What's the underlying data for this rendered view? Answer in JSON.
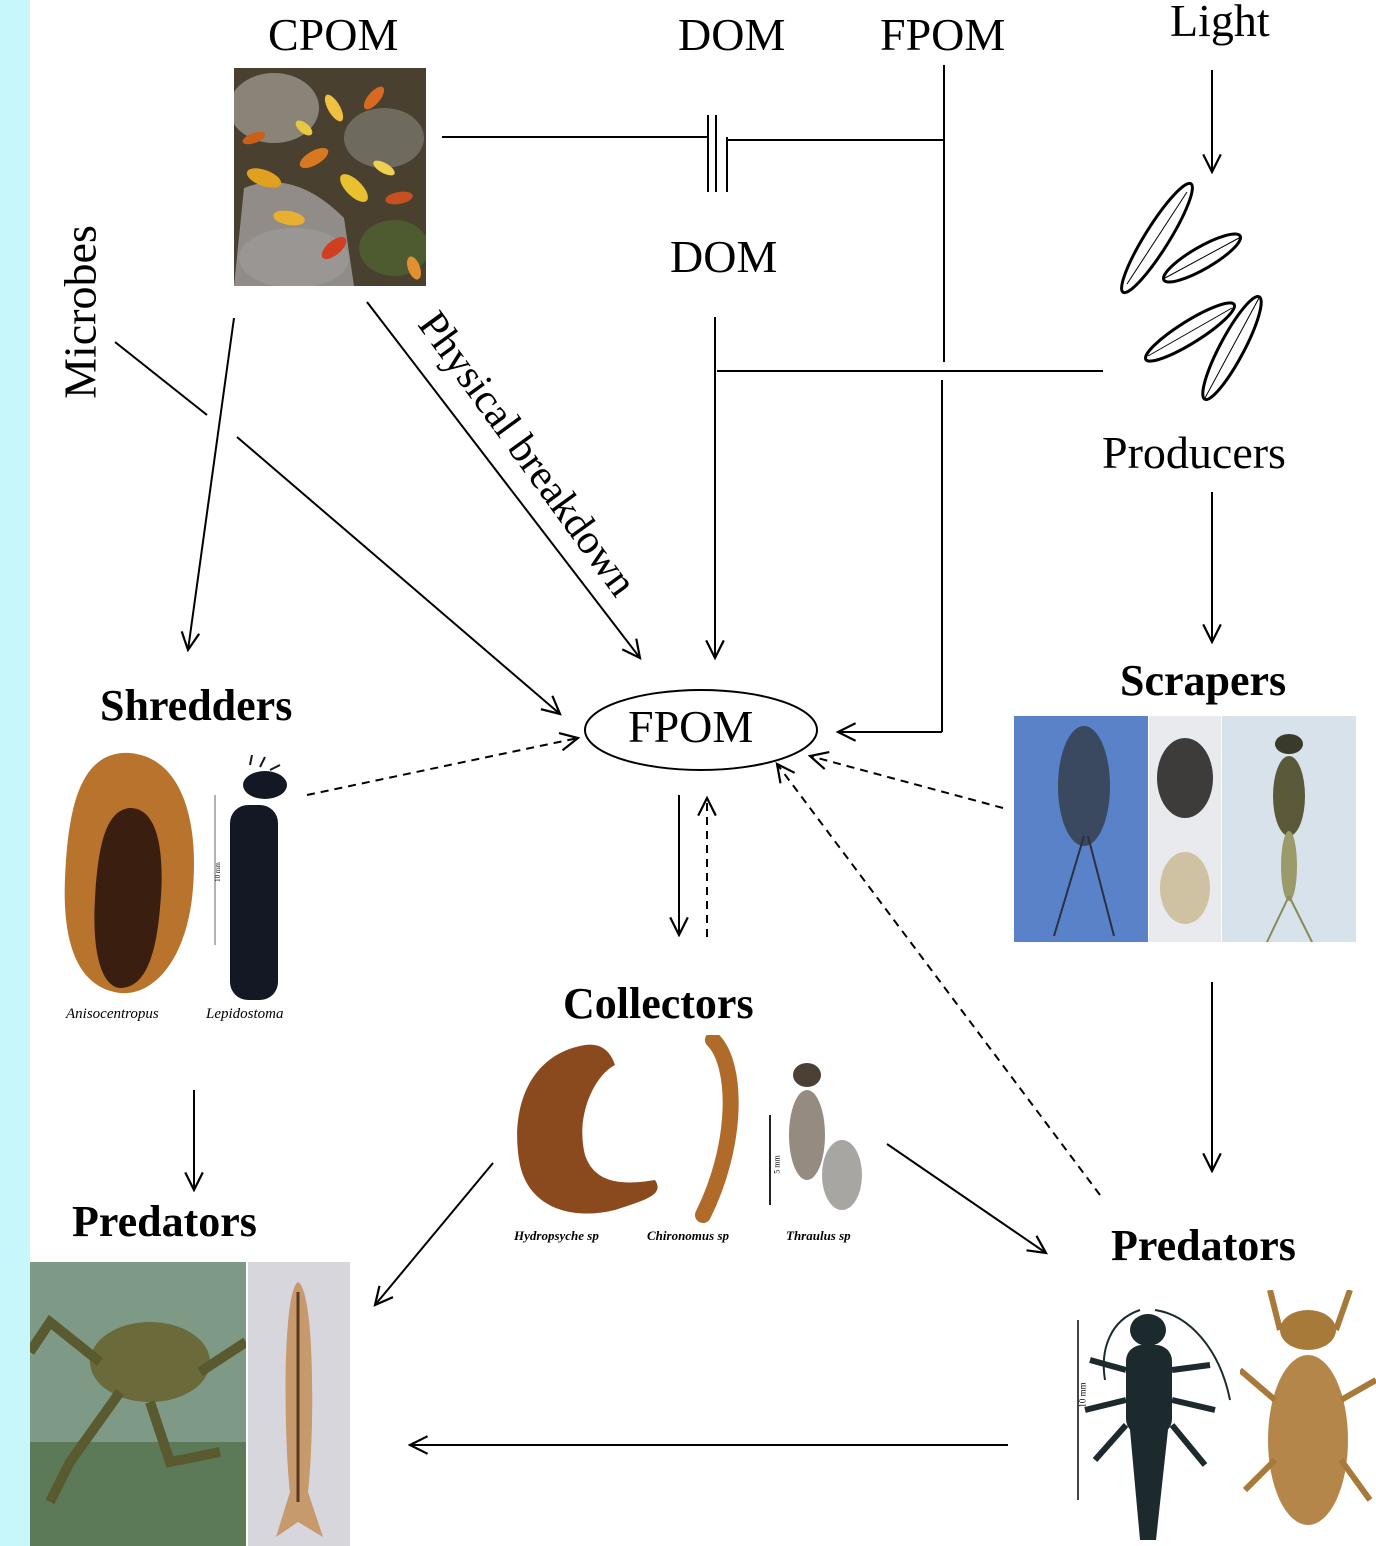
{
  "labels": {
    "cpom": "CPOM",
    "dom_top": "DOM",
    "fpom_top": "FPOM",
    "light": "Light",
    "dom_mid": "DOM",
    "microbes": "Microbes",
    "physical_breakdown": "Physical breakdown",
    "producers": "Producers",
    "fpom_center": "FPOM",
    "shredders": "Shredders",
    "scrapers": "Scrapers",
    "collectors": "Collectors",
    "predators_left": "Predators",
    "predators_right": "Predators"
  },
  "captions": {
    "shredders": [
      "Anisocentropus",
      "Lepidostoma"
    ],
    "collectors": [
      "Hydropsyche sp",
      "Chironomus sp",
      "Thraulus sp"
    ]
  },
  "scales": {
    "shredder": "10 mm",
    "collector": "5 mm",
    "predator": "10 mm"
  },
  "colors": {
    "background": "#c7f6fb",
    "canvas": "#ffffff",
    "line": "#000000"
  }
}
